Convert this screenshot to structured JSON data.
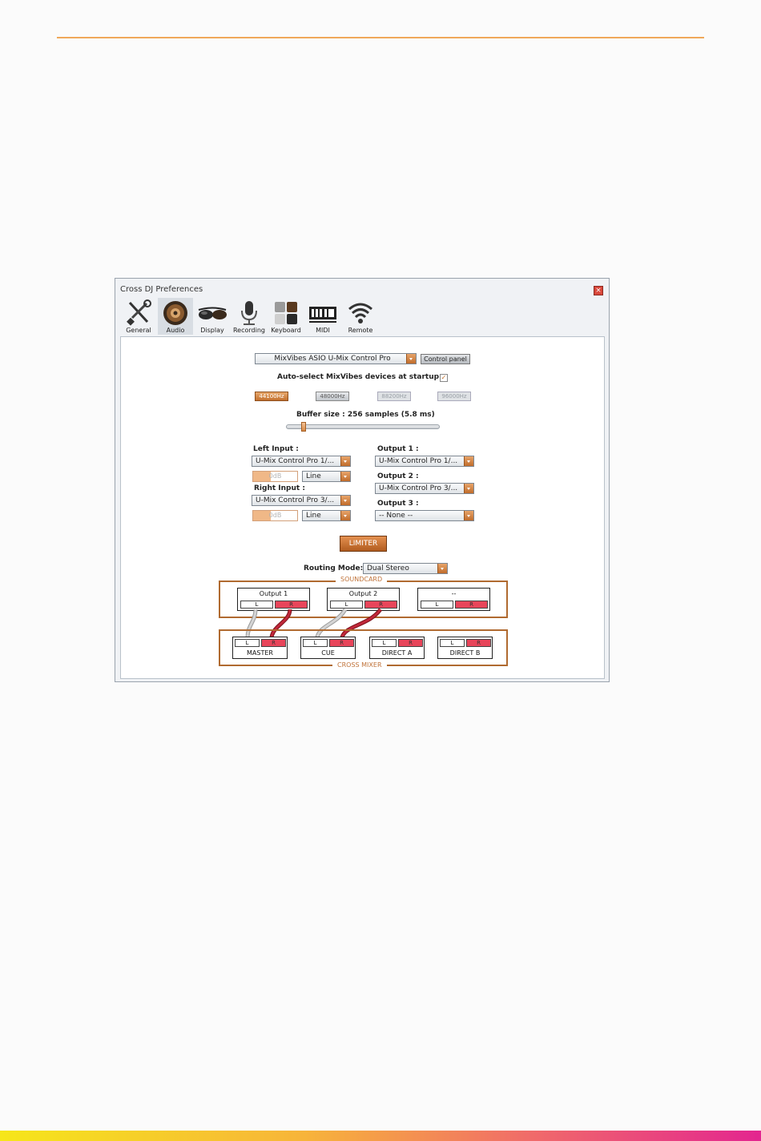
{
  "window": {
    "title": "Cross DJ Preferences",
    "close_glyph": "×"
  },
  "toolbar": {
    "items": [
      {
        "label": "General",
        "icon": "tools-icon"
      },
      {
        "label": "Audio",
        "icon": "speaker-icon",
        "active": true
      },
      {
        "label": "Display",
        "icon": "sunglasses-icon"
      },
      {
        "label": "Recording",
        "icon": "microphone-icon"
      },
      {
        "label": "Keyboard",
        "icon": "keyboard-icon"
      },
      {
        "label": "MIDI",
        "icon": "midi-icon"
      },
      {
        "label": "Remote",
        "icon": "wifi-icon"
      }
    ]
  },
  "audio": {
    "device": "MixVibes ASIO U-Mix Control Pro",
    "control_panel_label": "Control panel",
    "auto_select_label": "Auto-select MixVibes devices at startup:",
    "auto_select_checked": true,
    "check_glyph": "✓",
    "sample_rates": [
      {
        "label": "44100Hz",
        "state": "on"
      },
      {
        "label": "48000Hz",
        "state": "off"
      },
      {
        "label": "88200Hz",
        "state": "disabled"
      },
      {
        "label": "96000Hz",
        "state": "disabled"
      }
    ],
    "buffer_label": "Buffer size : 256 samples (5.8 ms)",
    "buffer_level": 0.1,
    "left_input_label": "Left Input :",
    "left_input_value": "U-Mix Control Pro 1/...",
    "left_gain": "0dB",
    "left_source": "Line",
    "right_input_label": "Right Input :",
    "right_input_value": "U-Mix Control Pro 3/...",
    "right_gain": "0dB",
    "right_source": "Line",
    "output1_label": "Output 1 :",
    "output1_value": "U-Mix Control Pro 1/...",
    "output2_label": "Output 2 :",
    "output2_value": "U-Mix Control Pro 3/...",
    "output3_label": "Output 3 :",
    "output3_value": "-- None --",
    "limiter_label": "LIMITER",
    "routing_label": "Routing Mode:",
    "routing_value": "Dual Stereo"
  },
  "routing": {
    "soundcard_label": "SOUNDCARD",
    "mixer_label": "CROSS MIXER",
    "l": "L",
    "r": "R",
    "soundcard_ports": [
      "Output 1",
      "Output 2",
      "--"
    ],
    "mixer_ports": [
      "MASTER",
      "CUE",
      "DIRECT A",
      "DIRECT B"
    ],
    "colors": {
      "left_wire": "#b8b8b8",
      "right_wire": "#b3202b",
      "frame": "#b06a30"
    }
  }
}
